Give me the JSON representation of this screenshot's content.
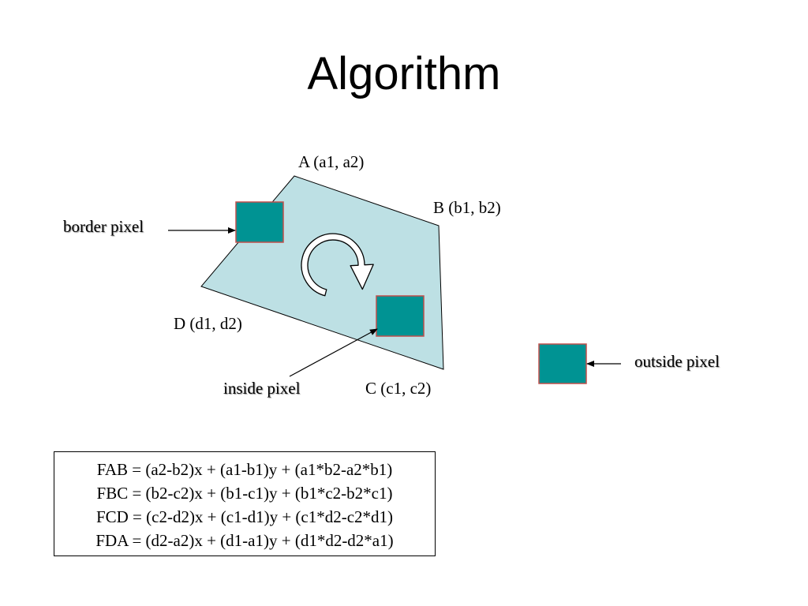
{
  "slide": {
    "title": "Algorithm"
  },
  "vertices": {
    "a": "A (a1, a2)",
    "b": "B (b1, b2)",
    "c": "C (c1, c2)",
    "d": "D (d1, d2)"
  },
  "labels": {
    "border_pixel": "border pixel",
    "inside_pixel": "inside pixel",
    "outside_pixel": "outside pixel"
  },
  "formulas": [
    "FAB = (a2-b2)x + (a1-b1)y + (a1*b2-a2*b1)",
    "FBC = (b2-c2)x + (b1-c1)y + (b1*c2-b2*c1)",
    "FCD = (c2-d2)x + (c1-d1)y + (c1*d2-c2*d1)",
    "FDA = (d2-a2)x + (d1-a1)y + (d1*d2-d2*a1)"
  ],
  "colors": {
    "polygon_fill": "#bde0e4",
    "pixel_fill": "#009393",
    "pixel_border": "#c0504d"
  },
  "icons": {
    "rotation": "clockwise-arrow-icon"
  }
}
